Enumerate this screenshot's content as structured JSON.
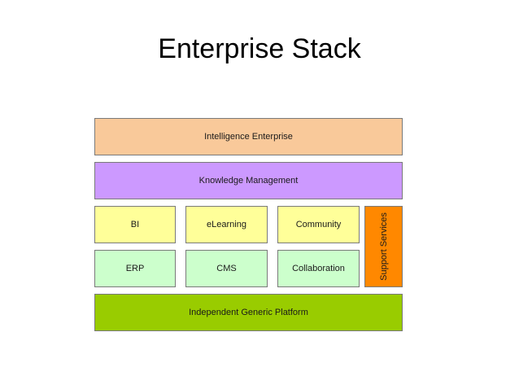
{
  "slide": {
    "title": "Enterprise Stack"
  },
  "diagram": {
    "layers": [
      {
        "id": "intelligence",
        "label": "Intelligence Enterprise",
        "color": "#F9C99A"
      },
      {
        "id": "knowledge",
        "label": "Knowledge Management",
        "color": "#CC99FF"
      },
      {
        "id": "bi",
        "label": "BI",
        "color": "#FFFF99"
      },
      {
        "id": "elearning",
        "label": "eLearning",
        "color": "#FFFF99"
      },
      {
        "id": "community",
        "label": "Community",
        "color": "#FFFF99"
      },
      {
        "id": "erp",
        "label": "ERP",
        "color": "#CCFFCC"
      },
      {
        "id": "cms",
        "label": "CMS",
        "color": "#CCFFCC"
      },
      {
        "id": "collaboration",
        "label": "Collaboration",
        "color": "#CCFFCC"
      },
      {
        "id": "support",
        "label": "Support Services",
        "color": "#FF8800"
      },
      {
        "id": "platform",
        "label": "Independent Generic Platform",
        "color": "#99CC00"
      }
    ]
  }
}
